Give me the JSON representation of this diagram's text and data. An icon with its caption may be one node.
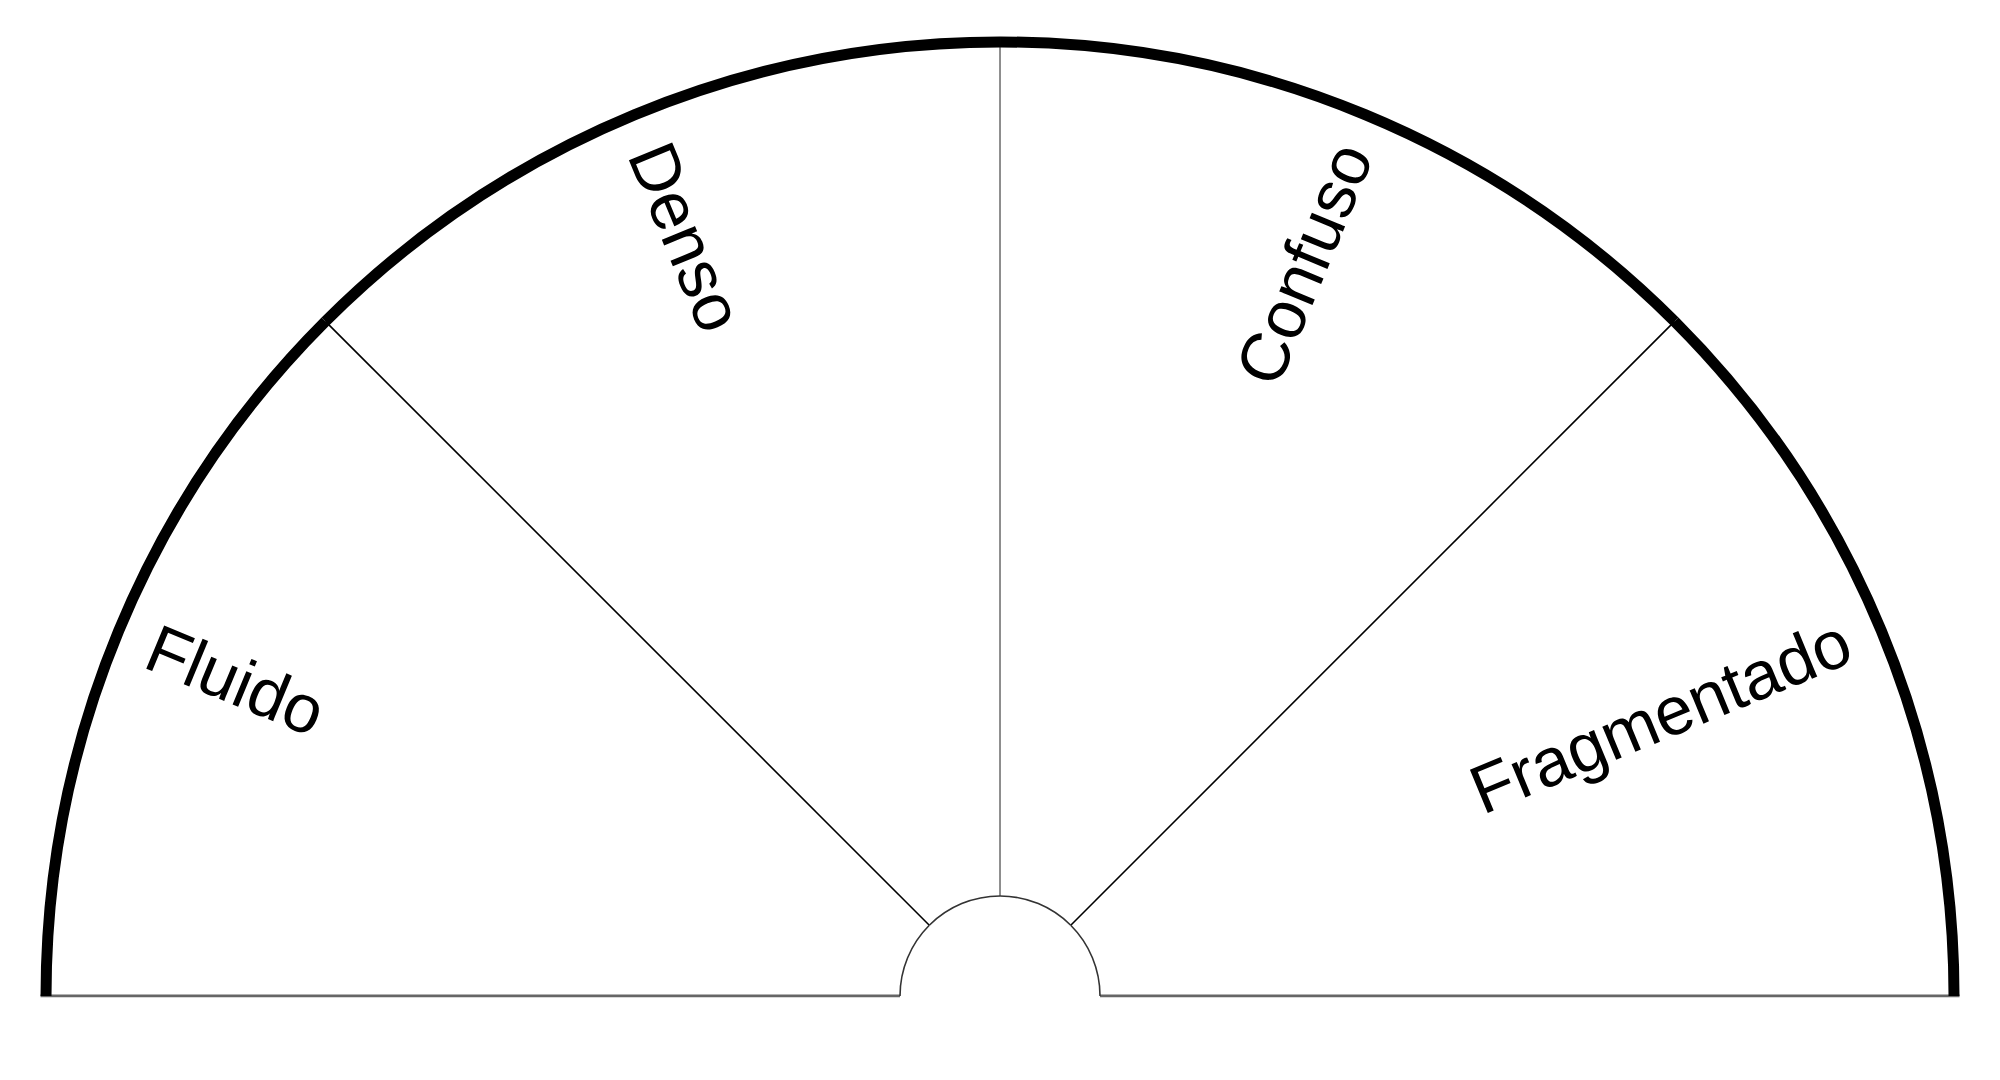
{
  "diagram": {
    "nodes": [
      {
        "text": [
          "Fluido"
        ]
      },
      {
        "text": [
          "Denso"
        ]
      },
      {
        "text": [
          "Confuso"
        ]
      },
      {
        "text": [
          "Fragmentado"
        ]
      }
    ]
  }
}
